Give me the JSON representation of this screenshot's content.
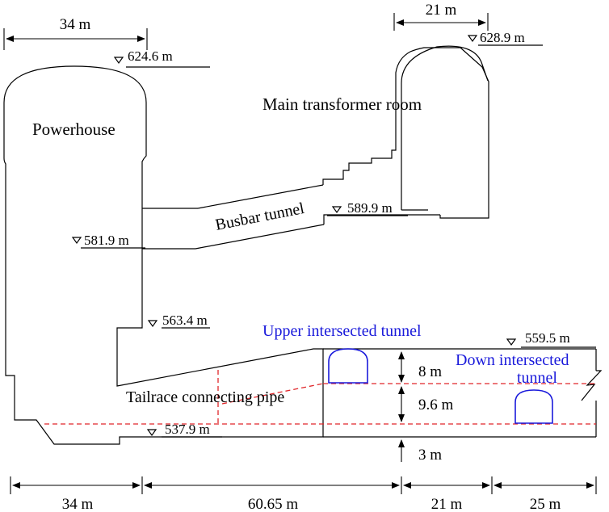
{
  "labels": {
    "powerhouse": "Powerhouse",
    "main_transformer_room": "Main transformer room",
    "busbar_tunnel": "Busbar tunnel",
    "tailrace_connecting_pipe": "Tailrace connecting pipe",
    "upper_intersected_tunnel": "Upper intersected tunnel",
    "down_intersected_tunnel_line1": "Down intersected",
    "down_intersected_tunnel_line2": "tunnel"
  },
  "elevations": {
    "powerhouse_top": "624.6 m",
    "transformer_top": "628.9 m",
    "busbar_right": "589.9 m",
    "busbar_left": "581.9 m",
    "powerhouse_step": "563.4 m",
    "tunnel_top": "559.5 m",
    "bottom": "537.9 m"
  },
  "dimensions": {
    "powerhouse_width_top": "34 m",
    "transformer_width_top": "21 m",
    "bottom_segments": [
      "34 m",
      "60.65 m",
      "21 m",
      "25 m"
    ],
    "vertical": [
      "8 m",
      "9.6 m",
      "3 m"
    ]
  },
  "colors": {
    "outline": "#000000",
    "dashed_reference": "#e0262a",
    "intersected_tunnel": "#1a1adb"
  }
}
